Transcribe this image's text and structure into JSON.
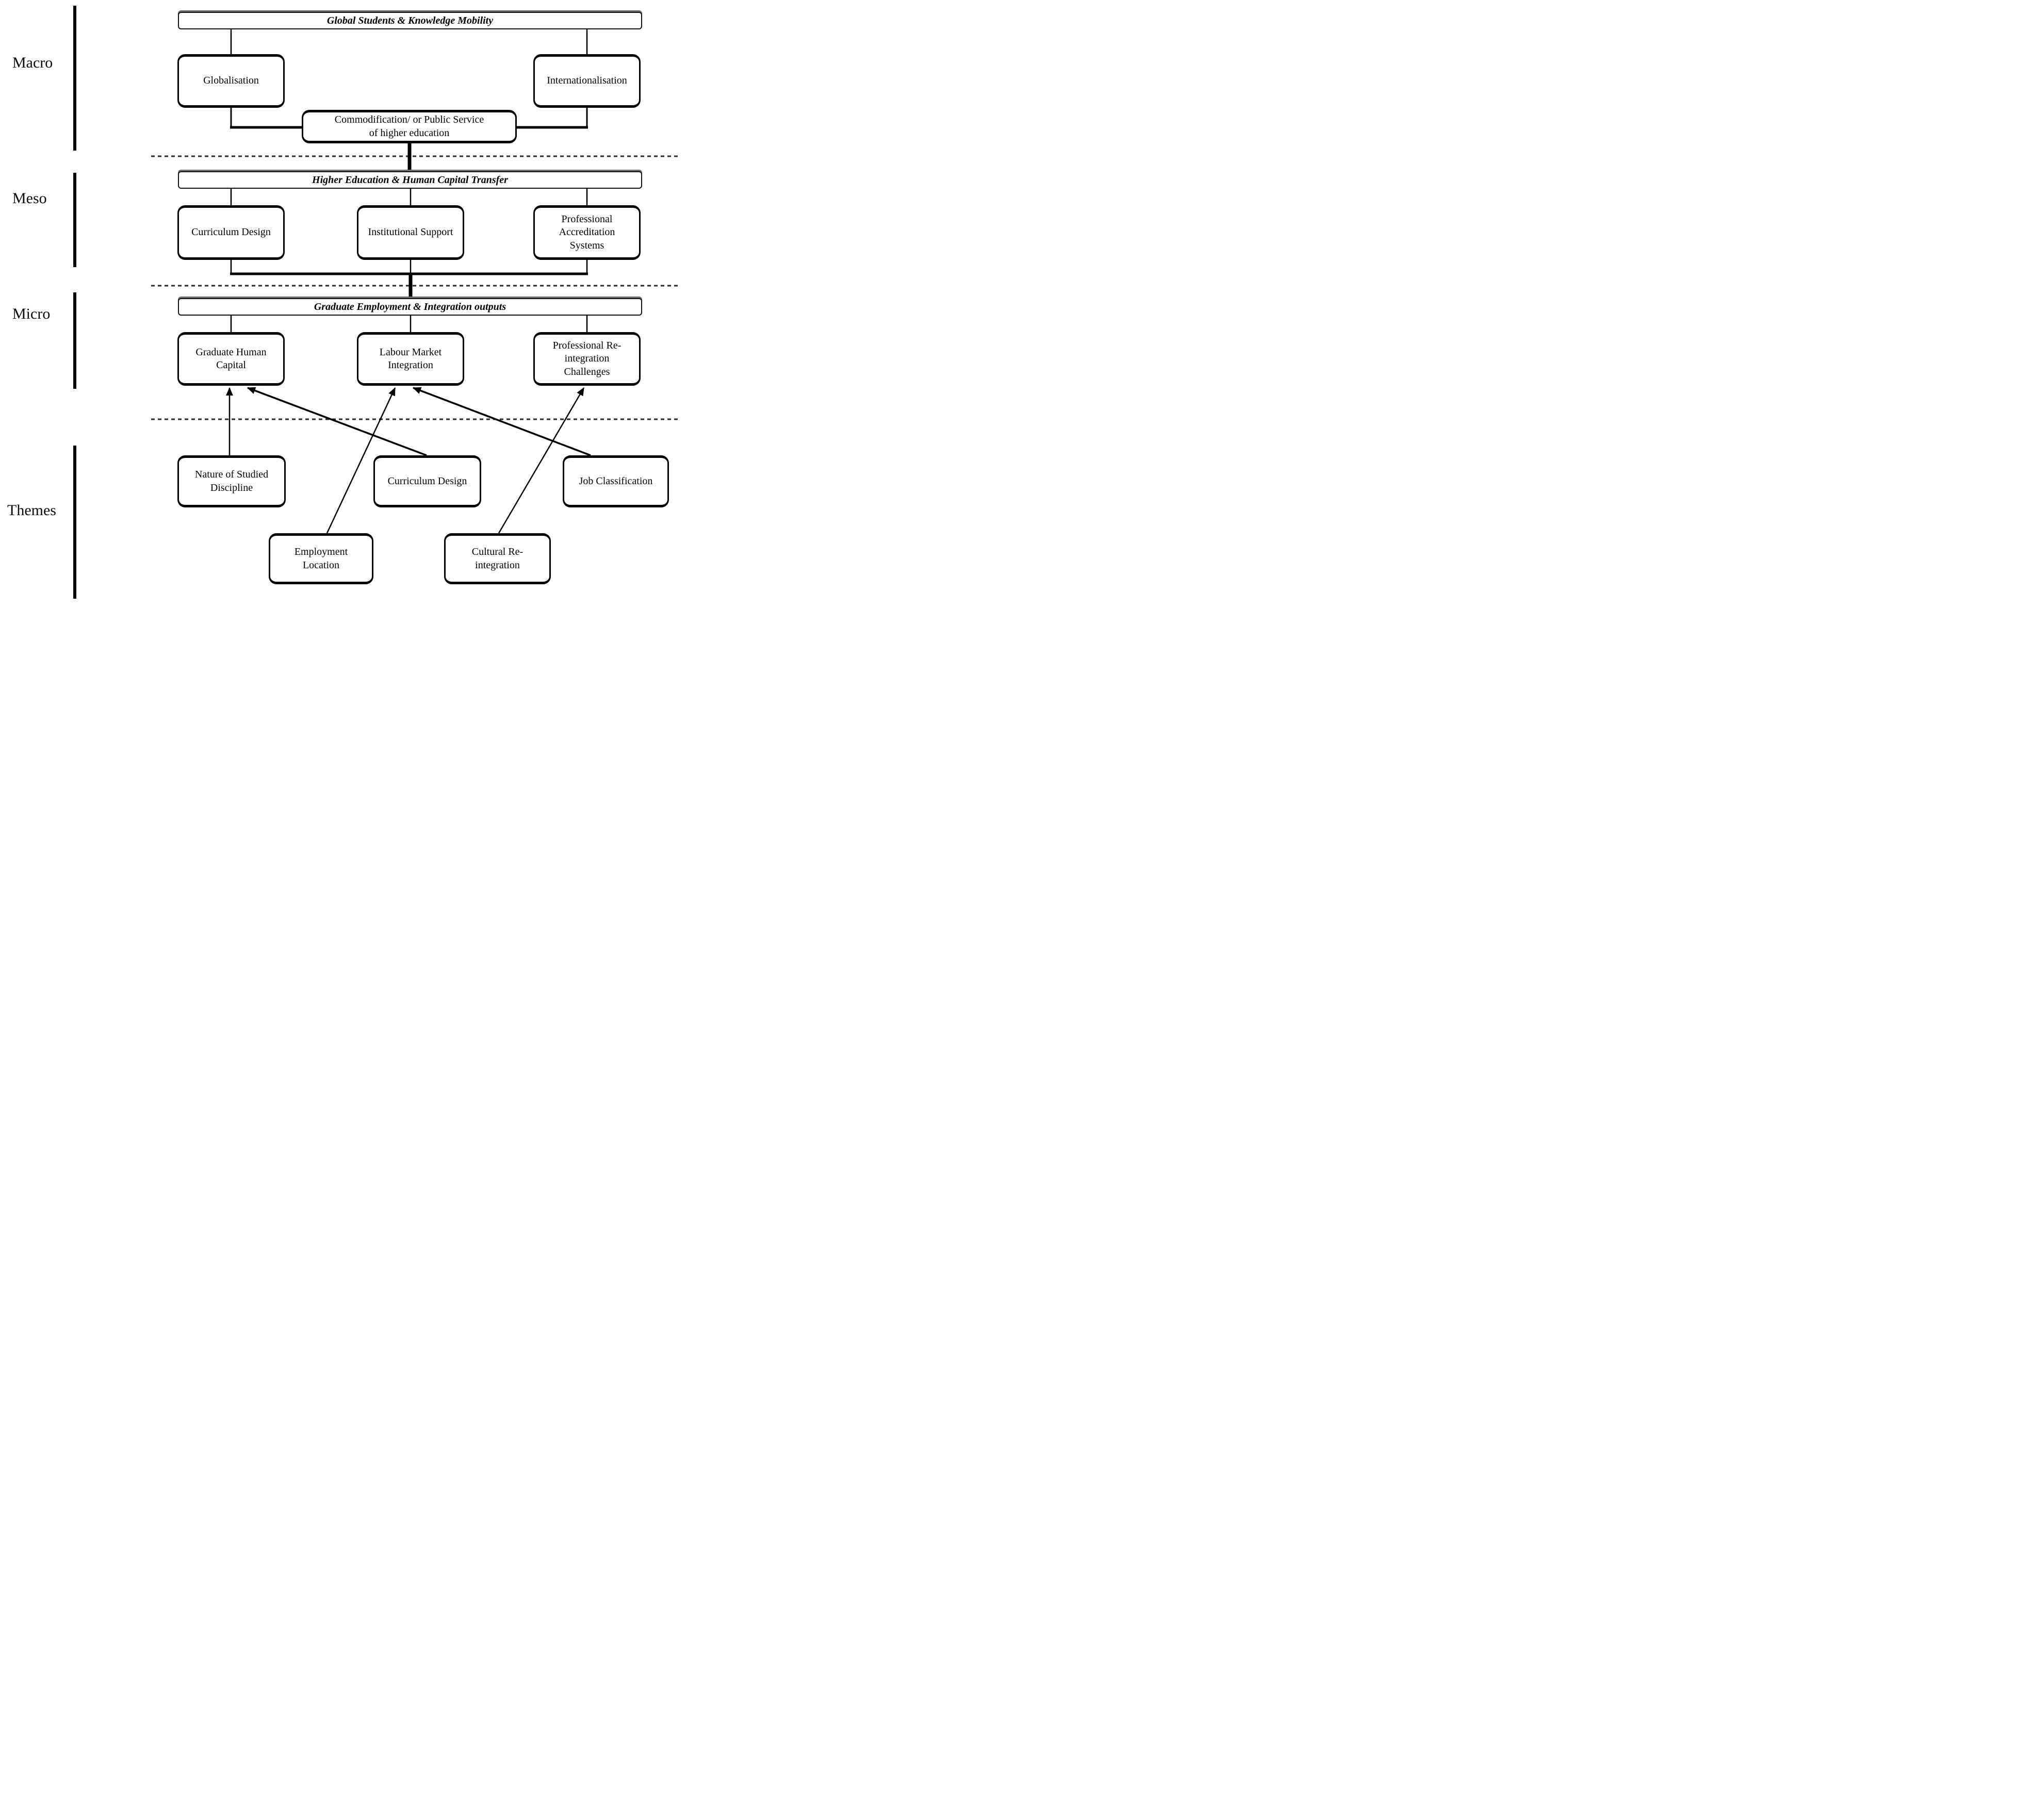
{
  "levels": {
    "macro": "Macro",
    "meso": "Meso",
    "micro": "Micro",
    "themes": "Themes"
  },
  "macro": {
    "header": "Global Students & Knowledge Mobility",
    "globalisation": "Globalisation",
    "internationalisation": "Internationalisation",
    "commodification": "Commodification/ or Public Service\nof higher education"
  },
  "meso": {
    "header": "Higher Education & Human Capital Transfer",
    "curriculum_design": "Curriculum Design",
    "institutional_support": "Institutional Support",
    "professional_accreditation": "Professional\nAccreditation\nSystems"
  },
  "micro": {
    "header": "Graduate Employment & Integration outputs",
    "graduate_human_capital": "Graduate Human\nCapital",
    "labour_market_integration": "Labour Market\nIntegration",
    "professional_reintegration": "Professional Re-\nintegration\nChallenges"
  },
  "themes": {
    "nature_of_studied_discipline": "Nature of Studied\nDiscipline",
    "curriculum_design": "Curriculum Design",
    "job_classification": "Job Classification",
    "employment_location": "Employment\nLocation",
    "cultural_reintegration": "Cultural Re-\nintegration"
  },
  "style": {
    "line_color": "#000000",
    "dash_color": "#2a2a2a",
    "background": "#ffffff"
  }
}
